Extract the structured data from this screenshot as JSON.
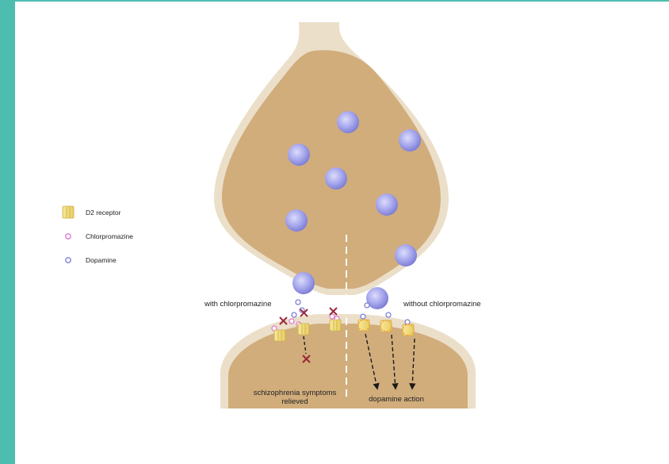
{
  "colors": {
    "frame": "#4dbdb0",
    "neuron_fill": "#d1ad7c",
    "neuron_outline": "#ebdfc9",
    "vesicle": "#a7a8ea",
    "vesicle_edge": "#7f7fd3",
    "receptor": "#f2dc7e",
    "chlorpromazine": "#e27bd2",
    "block_mark": "#9b2a3a",
    "activation": "#f4a742",
    "arrow": "#1a1a1a"
  },
  "legend": {
    "receptor": {
      "label": "D2 receptor",
      "icon": "receptor-icon"
    },
    "chlorpromazine": {
      "label": "Chlorpromazine",
      "icon": "chlorpromazine-icon"
    },
    "dopamine": {
      "label": "Dopamine",
      "icon": "dopamine-icon"
    }
  },
  "diagram": {
    "left_label": "with chlorpromazine",
    "right_label": "without chlorpromazine",
    "left_caption_line1": "schizophrenia symptoms",
    "left_caption_line2": "relieved",
    "right_caption": "dopamine action"
  }
}
